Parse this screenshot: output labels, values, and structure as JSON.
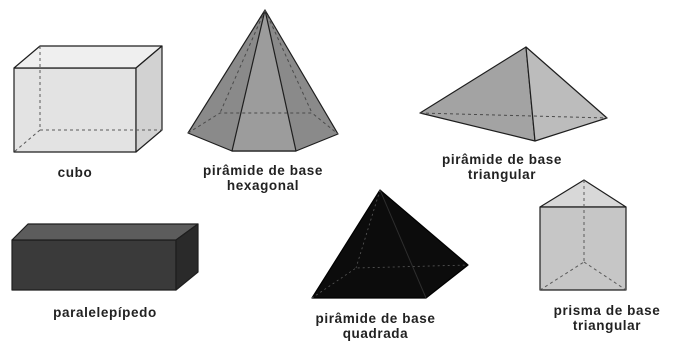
{
  "solids": [
    {
      "name": "cube",
      "label_lines": [
        "cubo"
      ]
    },
    {
      "name": "hexagonal-pyramid",
      "label_lines": [
        "pirâmide de base",
        "hexagonal"
      ]
    },
    {
      "name": "triangular-pyramid",
      "label_lines": [
        "pirâmide de base",
        "triangular"
      ]
    },
    {
      "name": "parallelepiped",
      "label_lines": [
        "paralelepípedo"
      ]
    },
    {
      "name": "square-pyramid",
      "label_lines": [
        "pirâmide de base",
        "quadrada"
      ]
    },
    {
      "name": "triangular-prism",
      "label_lines": [
        "prisma de base",
        "triangular"
      ]
    }
  ],
  "colors": {
    "cube_face": "#e3e3e3",
    "hexagonal_pyramid_face": "#8a8a8a",
    "triangular_pyramid_face": "#a3a3a3",
    "parallelepiped_face": "#3a3a3a",
    "square_pyramid_face": "#0c0c0c",
    "triangular_prism_face": "#c6c6c6",
    "edge": "#1e1e1e",
    "hidden_edge": "#5a5a5a",
    "label_text": "#222222"
  }
}
